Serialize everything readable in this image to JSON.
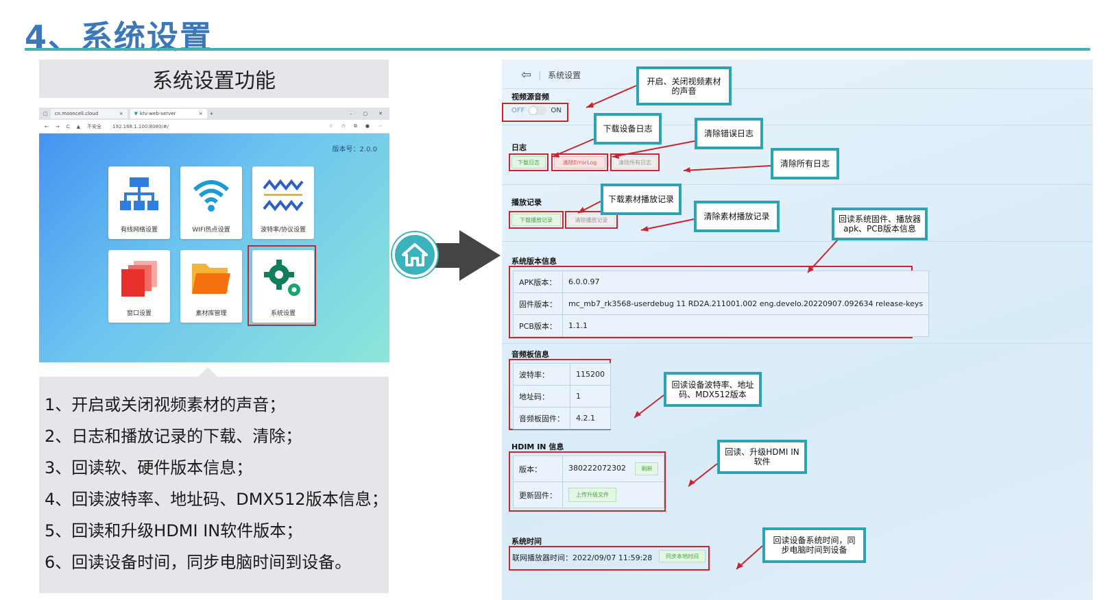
{
  "page": {
    "title": "4、系统设置"
  },
  "left": {
    "header": "系统设置功能",
    "browser": {
      "tab1": "cn.mooncell.cloud",
      "tab2": "ktv-web-server",
      "tab_close": "×",
      "new_tab": "+",
      "win_controls": [
        "–",
        "▢",
        "✕"
      ],
      "nav_icons": [
        "←",
        "→",
        "C"
      ],
      "security": "不安全",
      "url": "192.168.1.100:8080/#/",
      "version": "版本号：2.0.0"
    },
    "tiles": [
      {
        "label": "有线网络设置",
        "icon": "network-icon"
      },
      {
        "label": "WIFI热点设置",
        "icon": "wifi-icon"
      },
      {
        "label": "波特率/协议设置",
        "icon": "wave-icon"
      },
      {
        "label": "窗口设置",
        "icon": "window-icon"
      },
      {
        "label": "素材库管理",
        "icon": "folder-icon"
      },
      {
        "label": "系统设置",
        "icon": "gear-icon"
      }
    ],
    "features": [
      "1、开启或关闭视频素材的声音；",
      "2、日志和播放记录的下载、清除；",
      "3、回读软、硬件版本信息；",
      "4、回读波特率、地址码、DMX512版本信息；",
      "5、回读和升级HDMI IN软件版本；",
      "6、回读设备时间，同步电脑时间到设备。"
    ]
  },
  "right": {
    "header": "系统设置",
    "video_audio": {
      "title": "视频源音频",
      "off": "OFF",
      "on": "ON"
    },
    "log": {
      "title": "日志",
      "download": "下载日志",
      "clear_error": "清除ErrorLog",
      "clear_all": "清除所有日志"
    },
    "play_record": {
      "title": "播放记录",
      "download": "下载播放记录",
      "clear": "清除播放记录"
    },
    "version_info": {
      "title": "系统版本信息",
      "rows": [
        {
          "k": "APK版本：",
          "v": "6.0.0.97"
        },
        {
          "k": "固件版本：",
          "v": "mc_mb7_rk3568-userdebug 11 RD2A.211001.002 eng.develo.20220907.092634 release-keys"
        },
        {
          "k": "PCB版本：",
          "v": "1.1.1"
        }
      ]
    },
    "audio_board": {
      "title": "音频板信息",
      "rows": [
        {
          "k": "波特率：",
          "v": "115200"
        },
        {
          "k": "地址码：",
          "v": "1"
        },
        {
          "k": "音频板固件：",
          "v": "4.2.1"
        }
      ]
    },
    "hdmi": {
      "title": "HDIM IN 信息",
      "version_label": "版本：",
      "version_value": "380222072302",
      "refresh": "刷新",
      "update_label": "更新固件：",
      "upload": "上传升级文件"
    },
    "sys_time": {
      "title": "系统时间",
      "label": "联网播放器时间：2022/09/07 11:59:28",
      "sync": "同步本地时间"
    }
  },
  "callouts": {
    "c1": "开启、关闭视频素材的声音",
    "c2": "下载设备日志",
    "c3": "清除错误日志",
    "c4": "清除所有日志",
    "c5": "下载素材播放记录",
    "c6": "清除素材播放记录",
    "c7": "回读系统固件、播放器apk、PCB版本信息",
    "c8": "回读设备波特率、地址码、MDX512版本",
    "c9": "回读、升级HDMI IN软件",
    "c10": "回读设备系统时间，同步电脑时间到设备"
  },
  "colors": {
    "accent": "#3a78ba",
    "teal": "#3bb3bd",
    "red": "#c8262c"
  }
}
